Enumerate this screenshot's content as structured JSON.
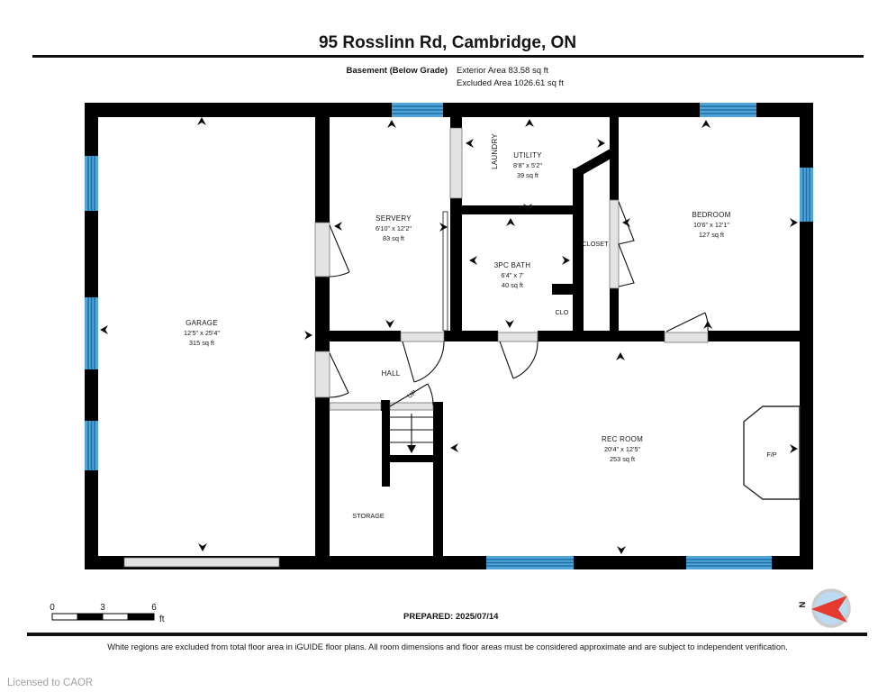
{
  "header": {
    "title": "95 Rosslinn Rd, Cambridge, ON",
    "floor_label": "Basement (Below Grade)",
    "area_line1": "Exterior Area 83.58 sq ft",
    "area_line2": "Excluded Area 1026.61 sq ft"
  },
  "rooms": {
    "garage": {
      "name": "GARAGE",
      "dims": "12'5\" x 25'4\"",
      "area": "315 sq ft"
    },
    "servery": {
      "name": "SERVERY",
      "dims": "6'10\" x 12'2\"",
      "area": "83 sq ft"
    },
    "laundry": {
      "name": "LAUNDRY"
    },
    "utility": {
      "name": "UTILITY",
      "dims": "8'8\" x 5'2\"",
      "area": "39 sq ft"
    },
    "bath": {
      "name": "3PC BATH",
      "dims": "6'4\" x 7'",
      "area": "40 sq ft"
    },
    "closet": {
      "name": "CLOSET"
    },
    "clo": {
      "name": "CLO"
    },
    "bedroom": {
      "name": "BEDROOM",
      "dims": "10'6\" x 12'1\"",
      "area": "127 sq ft"
    },
    "hall": {
      "name": "HALL"
    },
    "up": {
      "name": "UP"
    },
    "storage": {
      "name": "STORAGE"
    },
    "rec": {
      "name": "REC ROOM",
      "dims": "20'4\" x 12'5\"",
      "area": "253 sq ft"
    },
    "fp": {
      "name": "F/P"
    }
  },
  "scale_bar": {
    "tick0": "0",
    "tick3": "3",
    "tick6": "6",
    "unit": "ft"
  },
  "prepared": "PREPARED: 2025/07/14",
  "compass": {
    "north_label": "N"
  },
  "footer": {
    "disclaimer": "White regions are excluded from total floor area in iGUIDE floor plans. All room dimensions and floor areas must be considered approximate and are subject to independent verification.",
    "license": "Licensed to CAOR"
  },
  "colors": {
    "wall": "#000000",
    "window_fill": "#51a4d8",
    "window_line": "#1f6fa3",
    "door_fill": "#e3e3e3",
    "compass_red": "#e63c2f",
    "compass_fill": "#badbf2",
    "compass_ring": "#cccccc",
    "license_gray": "#a0a0a0"
  }
}
